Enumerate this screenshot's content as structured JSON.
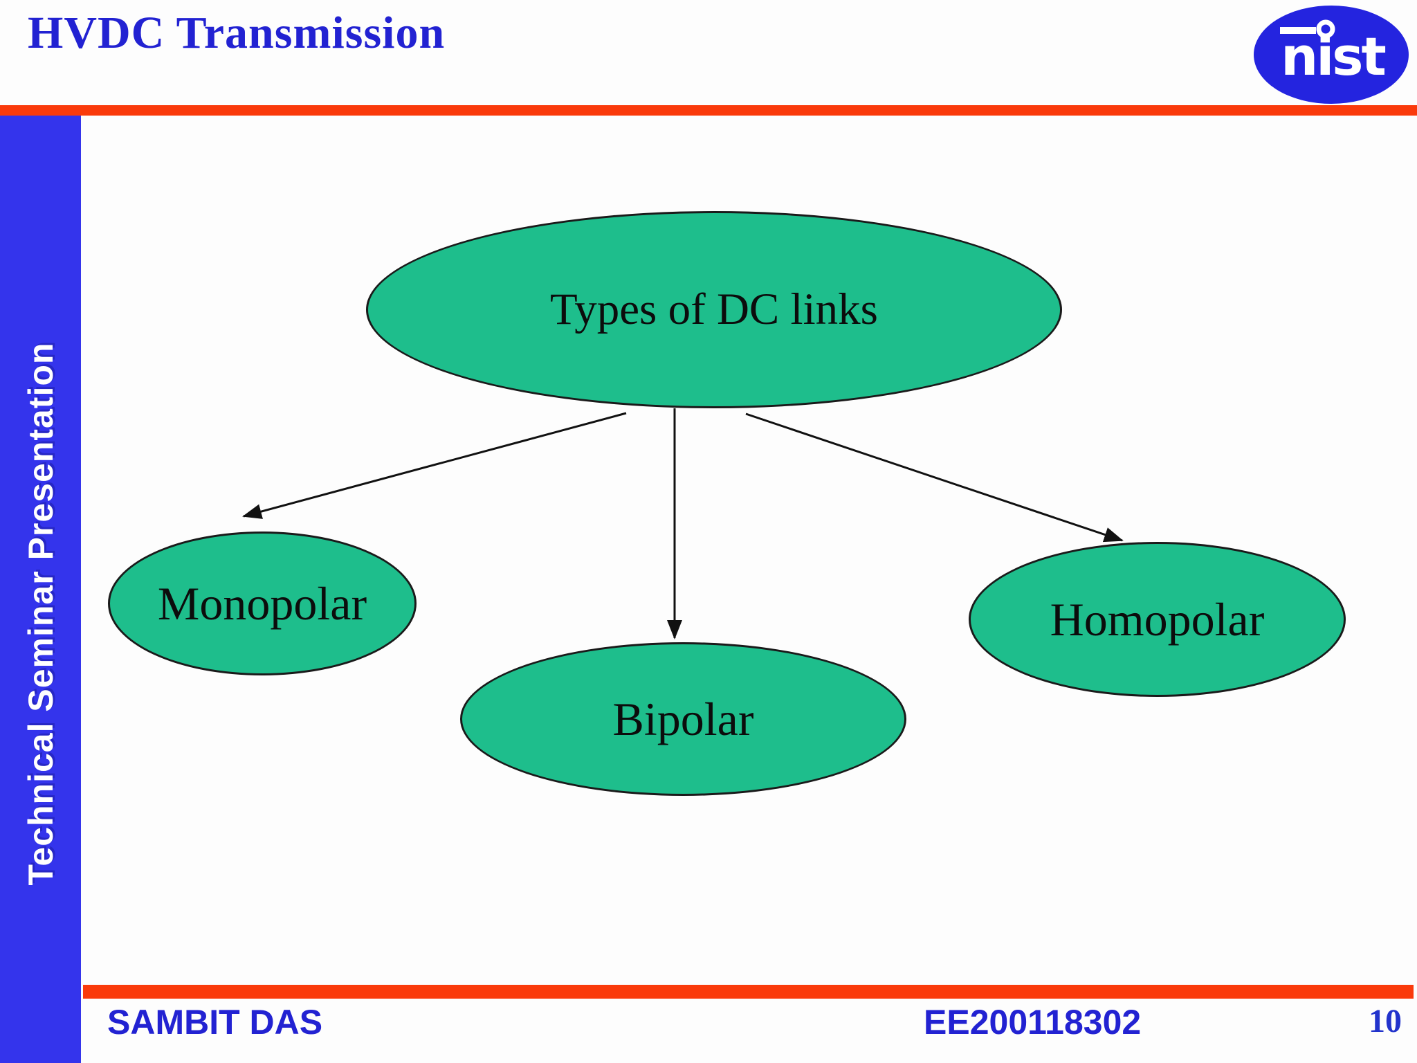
{
  "slide": {
    "title": "HVDC Transmission",
    "page_number": "10"
  },
  "logo": {
    "text": "nist",
    "name": "NIST logo"
  },
  "sidebar": {
    "label": "Technical Seminar Presentation"
  },
  "diagram": {
    "root_label": "Types of DC links",
    "children": [
      "Monopolar",
      "Bipolar",
      "Homopolar"
    ]
  },
  "footer": {
    "author": "SAMBIT DAS",
    "course_id": "EE200118302"
  },
  "colors": {
    "accent_red": "#fa3a0b",
    "sidebar_blue": "#3434ec",
    "title_blue": "#2222d2",
    "logo_blue": "#2424df",
    "node_green": "#1ebe8c",
    "node_text": "#0c0c0c"
  }
}
